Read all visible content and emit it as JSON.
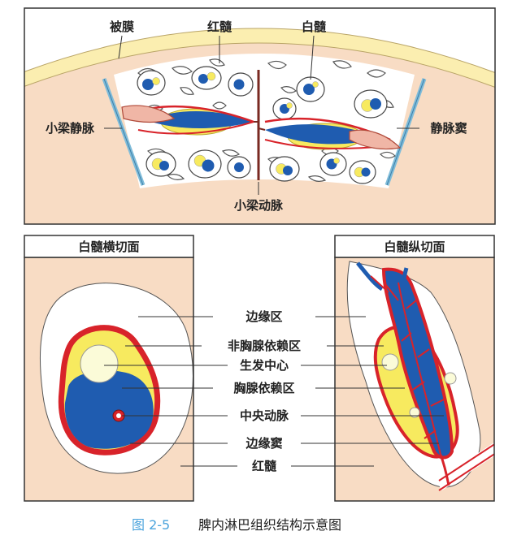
{
  "top_panel": {
    "capsule": "被膜",
    "red_pulp": "红髓",
    "white_pulp": "白髓",
    "trabecular_vein": "小梁静脉",
    "venous_sinus": "静脉窦",
    "trabecular_artery": "小梁动脉"
  },
  "cross_section": {
    "title": "白髓横切面"
  },
  "longitudinal_section": {
    "title": "白髓纵切面"
  },
  "center_labels": {
    "marginal_zone": "边缘区",
    "thymus_independent_zone": "非胸腺依赖区",
    "germinal_center": "生发中心",
    "thymus_dependent_zone": "胸腺依赖区",
    "central_artery": "中央动脉",
    "marginal_sinus": "边缘窦",
    "red_pulp": "红髓"
  },
  "caption": {
    "figure_number": "图 2-5",
    "title": "脾内淋巴组织结构示意图"
  },
  "colors": {
    "tissue": "#f8dcc4",
    "capsule": "#fbeeb0",
    "blue": "#1f5cb0",
    "yellow": "#f7ea5f",
    "red": "#d8232a",
    "caption_blue": "#4aa3dc"
  }
}
